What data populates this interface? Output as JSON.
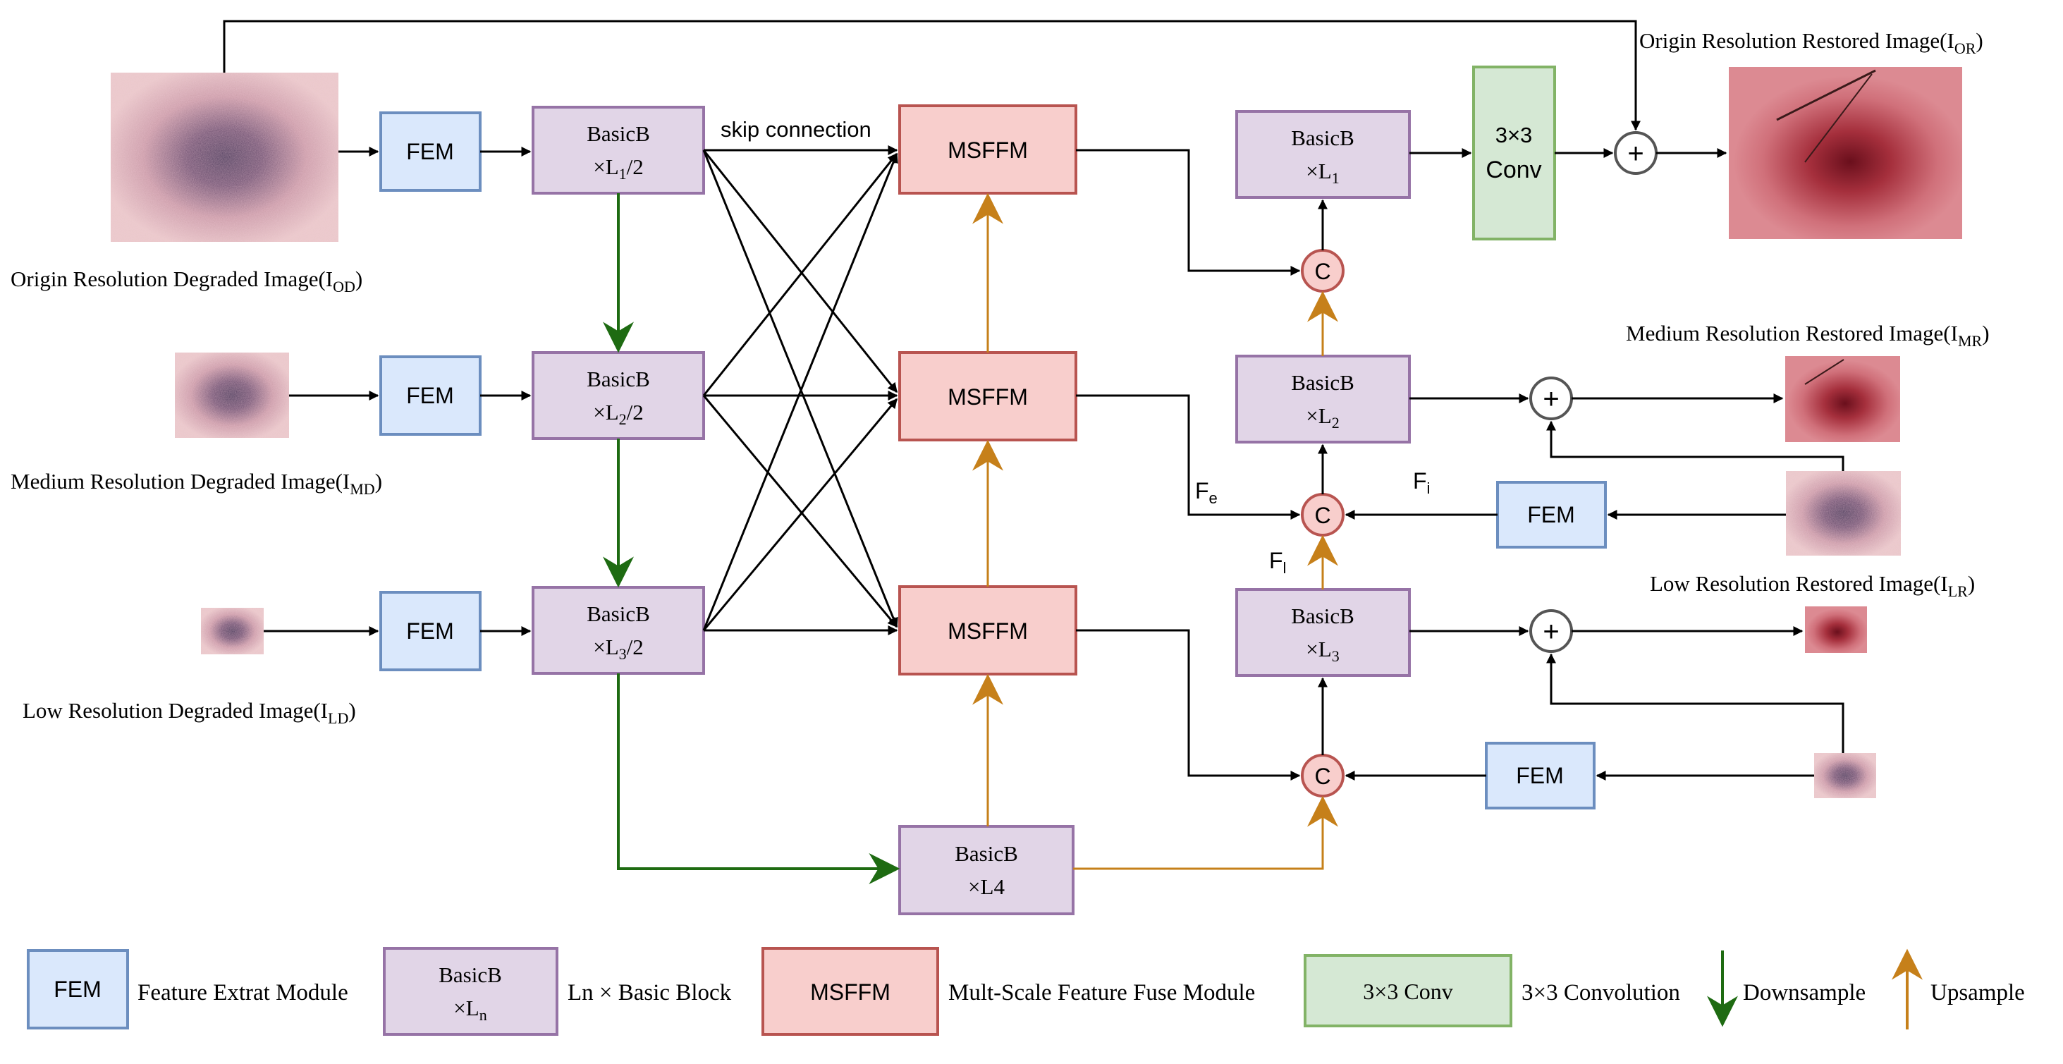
{
  "colors": {
    "fem_fill": "#dae8fc",
    "fem_stroke": "#6c8ebf",
    "basic_fill": "#e1d5e7",
    "basic_stroke": "#9673a6",
    "msffm_fill": "#f8cecc",
    "msffm_stroke": "#b85450",
    "conv_fill": "#d5e8d4",
    "conv_stroke": "#82b366",
    "down_arrow": "#1e6b12",
    "up_arrow": "#c6801a",
    "line": "#000000"
  },
  "inputs": {
    "origin_label": "Origin Resolution Degraded Image(I",
    "origin_sub": "OD",
    "medium_label": "Medium Resolution Degraded Image(I",
    "medium_sub": "MD",
    "low_label": "Low Resolution Degraded Image(I",
    "low_sub": "LD"
  },
  "outputs": {
    "origin_label": "Origin Resolution Restored Image(I",
    "origin_sub": "OR",
    "medium_label": "Medium Resolution Restored Image(I",
    "medium_sub": "MR",
    "low_label": "Low Resolution Restored Image(I",
    "low_sub": "LR"
  },
  "modules": {
    "fem": "FEM",
    "basicb": "BasicB",
    "times": "×",
    "L": "L",
    "sub_1": "1",
    "sub_2": "2",
    "sub_3": "3",
    "half": "/2",
    "L4": "×L4",
    "msffm": "MSFFM",
    "conv_line1": "3×3",
    "conv_line2": "Conv",
    "concat": "C",
    "plus": "+"
  },
  "annotations": {
    "skip_connection": "skip connection",
    "Fe": "F",
    "Fe_sub": "e",
    "Fi": "F",
    "Fi_sub": "i",
    "Fl": "F",
    "Fl_sub": "l"
  },
  "legend": {
    "fem_box": "FEM",
    "fem_desc": "Feature Extrat Module",
    "basic_box_line1": "BasicB",
    "basic_box_line2": "×L",
    "basic_box_sub": "n",
    "basic_desc": "Ln × Basic Block",
    "msffm_box": "MSFFM",
    "msffm_desc": "Mult-Scale Feature Fuse Module",
    "conv_box": "3×3 Conv",
    "conv_desc": "3×3 Convolution",
    "down_desc": "Downsample",
    "up_desc": "Upsample"
  }
}
